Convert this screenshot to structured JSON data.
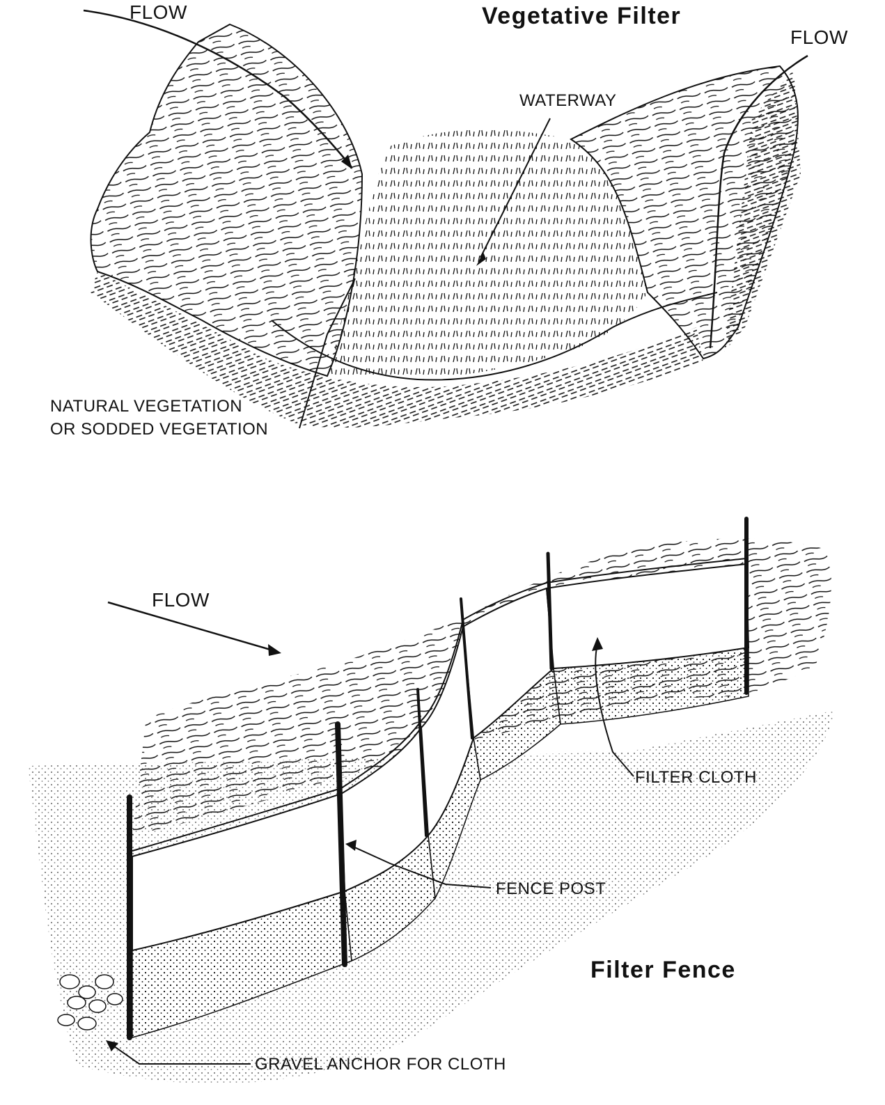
{
  "vegetative": {
    "title": "Vegetative Filter",
    "flow_left": "FLOW",
    "flow_right": "FLOW",
    "waterway": "WATERWAY",
    "vegetation_line1": "NATURAL VEGETATION",
    "vegetation_line2": "OR SODDED VEGETATION"
  },
  "fence": {
    "title": "Filter Fence",
    "flow": "FLOW",
    "filter_cloth": "FILTER CLOTH",
    "fence_post": "FENCE POST",
    "gravel_anchor": "GRAVEL ANCHOR FOR CLOTH"
  },
  "colors": {
    "ink": "#111111",
    "paper": "#ffffff"
  }
}
